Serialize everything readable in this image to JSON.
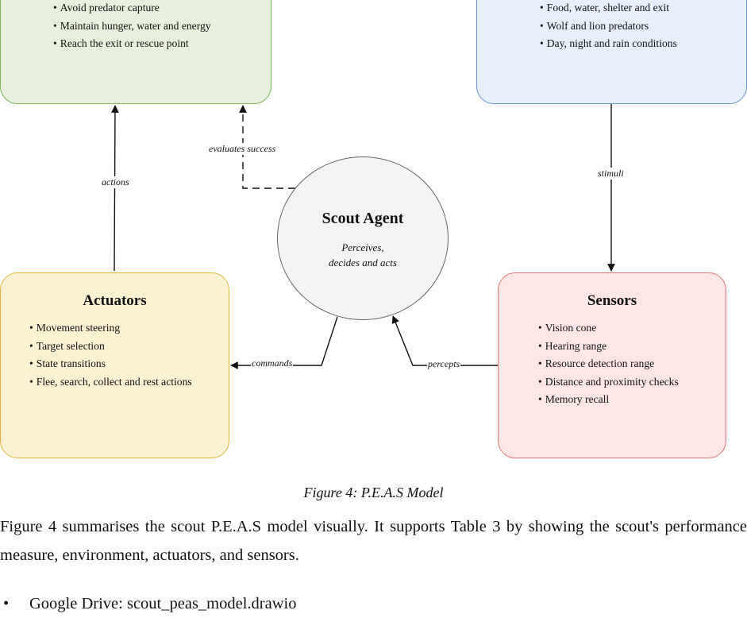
{
  "diagram": {
    "performance": {
      "items": [
        "Avoid predator capture",
        "Maintain hunger, water and energy",
        "Reach the exit or rescue point"
      ]
    },
    "environment": {
      "items": [
        "Food, water, shelter and exit",
        "Wolf and lion predators",
        "Day, night and rain conditions"
      ]
    },
    "agent": {
      "title": "Scout Agent",
      "desc_line1": "Perceives,",
      "desc_line2": "decides and acts"
    },
    "actuators": {
      "title": "Actuators",
      "items": [
        "Movement steering",
        "Target selection",
        "State transitions",
        "Flee, search, collect and rest actions"
      ]
    },
    "sensors": {
      "title": "Sensors",
      "items": [
        "Vision cone",
        "Hearing range",
        "Resource detection range",
        "Distance and proximity checks",
        "Memory recall"
      ]
    },
    "edges": {
      "actions": "actions",
      "evaluates": "evaluates success",
      "stimuli": "stimuli",
      "commands": "commands",
      "percepts": "percepts"
    }
  },
  "caption": "Figure 4: P.E.A.S Model",
  "paragraph": "Figure 4 summarises the scout P.E.A.S model visually. It supports Table 3 by showing the scout's performance measure, environment, actuators, and sensors.",
  "link_item": "Google Drive: scout_peas_model.drawio"
}
